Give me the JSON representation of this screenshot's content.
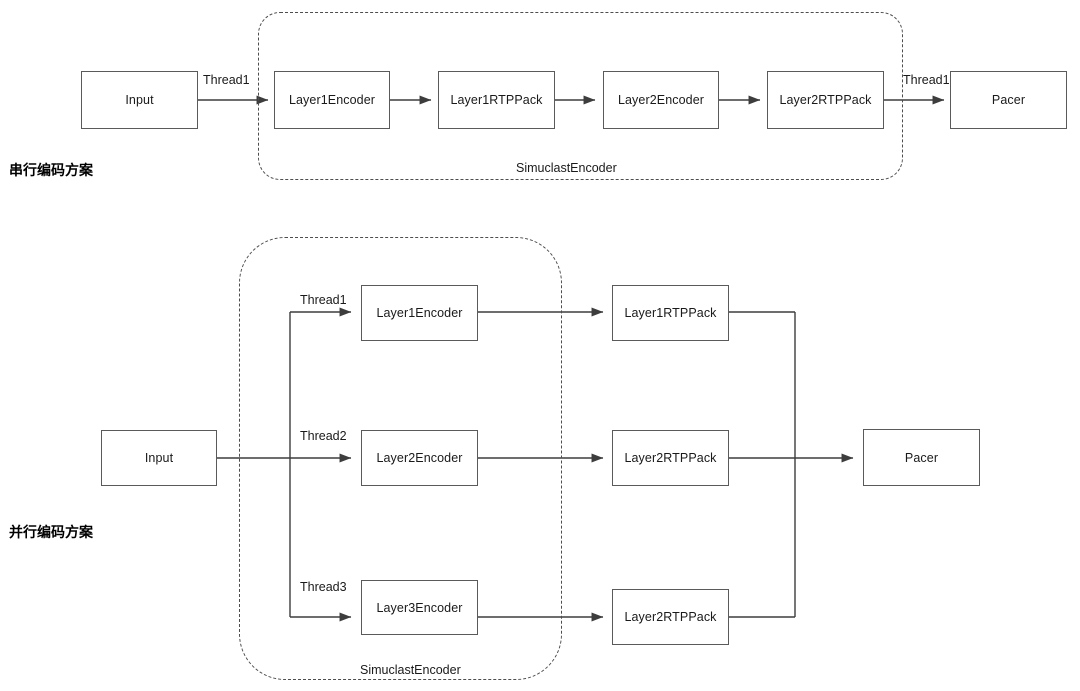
{
  "diagram": {
    "sections": [
      {
        "title": "串行编码方案",
        "group_label": "SimuclastEncoder",
        "nodes": [
          {
            "label": "Input"
          },
          {
            "label": "Layer1Encoder"
          },
          {
            "label": "Layer1RTPPack"
          },
          {
            "label": "Layer2Encoder"
          },
          {
            "label": "Layer2RTPPack"
          },
          {
            "label": "Pacer"
          }
        ],
        "edge_labels": [
          {
            "label": "Thread1"
          },
          {
            "label": "Thread1"
          }
        ]
      },
      {
        "title": "并行编码方案",
        "group_label": "SimuclastEncoder",
        "nodes": [
          {
            "label": "Input"
          },
          {
            "label": "Layer1Encoder"
          },
          {
            "label": "Layer2Encoder"
          },
          {
            "label": "Layer3Encoder"
          },
          {
            "label": "Layer1RTPPack"
          },
          {
            "label": "Layer2RTPPack"
          },
          {
            "label": "Layer2RTPPack"
          },
          {
            "label": "Pacer"
          }
        ],
        "edge_labels": [
          {
            "label": "Thread1"
          },
          {
            "label": "Thread2"
          },
          {
            "label": "Thread3"
          }
        ]
      }
    ]
  },
  "colors": {
    "node_border": "#5a5a5a",
    "group_border": "#4d4d4d",
    "wire": "#3d3d3d",
    "text": "#1a1a1a",
    "background": "#ffffff"
  }
}
